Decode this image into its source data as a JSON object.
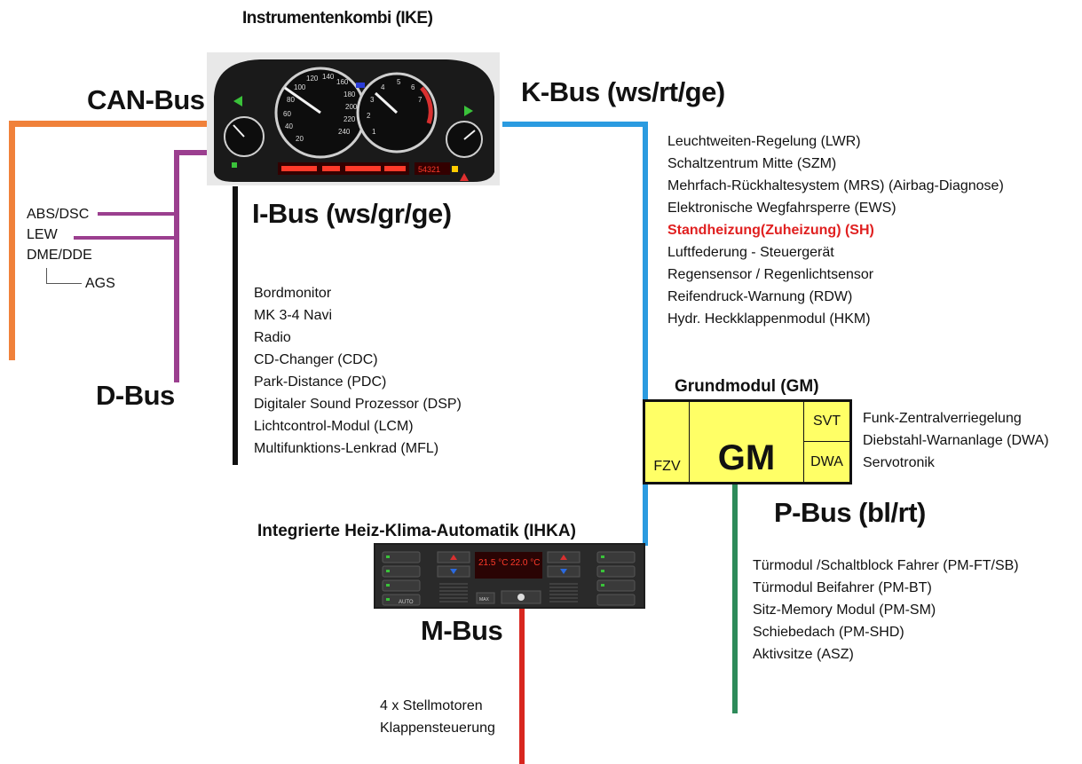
{
  "ike": {
    "title": "Instrumentenkombi (IKE)",
    "gauge_speed_ticks": [
      "20",
      "40",
      "60",
      "80",
      "100",
      "120",
      "140",
      "160",
      "180",
      "200",
      "220",
      "240"
    ],
    "gauge_rpm_ticks": [
      "1",
      "2",
      "3",
      "4",
      "5",
      "6",
      "7"
    ],
    "display_left": "",
    "display_right": "54321"
  },
  "can_bus": {
    "title": "CAN-Bus",
    "items": [
      "ABS/DSC",
      "LEW",
      "DME/DDE"
    ],
    "sub_item": "AGS",
    "color": "#f0813a"
  },
  "d_bus": {
    "title": "D-Bus",
    "color": "#9b3f8f"
  },
  "i_bus": {
    "title": "I-Bus (ws/gr/ge)",
    "color": "#111111",
    "items": [
      "Bordmonitor",
      "MK 3-4 Navi",
      "Radio",
      "CD-Changer (CDC)",
      "Park-Distance (PDC)",
      "Digitaler Sound Prozessor (DSP)",
      "Lichtcontrol-Modul (LCM)",
      "Multifunktions-Lenkrad (MFL)"
    ]
  },
  "k_bus": {
    "title": "K-Bus (ws/rt/ge)",
    "color": "#2b9be0",
    "highlight_color": "#e02020",
    "items": [
      {
        "label": "Leuchtweiten-Regelung (LWR)",
        "highlight": false
      },
      {
        "label": "Schaltzentrum Mitte (SZM)",
        "highlight": false
      },
      {
        "label": "Mehrfach-Rückhaltesystem (MRS) (Airbag-Diagnose)",
        "highlight": false
      },
      {
        "label": "Elektronische Wegfahrsperre (EWS)",
        "highlight": false
      },
      {
        "label": "Standheizung(Zuheizung) (SH)",
        "highlight": true
      },
      {
        "label": "Luftfederung - Steuergerät",
        "highlight": false
      },
      {
        "label": "Regensensor / Regenlichtsensor",
        "highlight": false
      },
      {
        "label": "Reifendruck-Warnung (RDW)",
        "highlight": false
      },
      {
        "label": "Hydr. Heckklappenmodul (HKM)",
        "highlight": false
      }
    ]
  },
  "gm": {
    "title": "Grundmodul (GM)",
    "center": "GM",
    "left": "FZV",
    "right_top": "SVT",
    "right_bottom": "DWA",
    "features": [
      "Funk-Zentralverriegelung",
      "Diebstahl-Warnanlage (DWA)",
      "Servotronik"
    ],
    "box_color": "#ffff66"
  },
  "p_bus": {
    "title": "P-Bus (bl/rt)",
    "color": "#2e8b5a",
    "items": [
      "Türmodul /Schaltblock Fahrer (PM-FT/SB)",
      "Türmodul Beifahrer (PM-BT)",
      "Sitz-Memory Modul (PM-SM)",
      "Schiebedach (PM-SHD)",
      "Aktivsitze (ASZ)"
    ]
  },
  "ihka": {
    "title": "Integrierte Heiz-Klima-Automatik (IHKA)",
    "temp_left": "21.5 °C",
    "temp_right": "22.0 °C",
    "auto_label": "AUTO",
    "max_label": "MAX"
  },
  "m_bus": {
    "title": "M-Bus",
    "color": "#d8261f",
    "items": [
      "4 x Stellmotoren",
      "Klappensteuerung"
    ]
  }
}
